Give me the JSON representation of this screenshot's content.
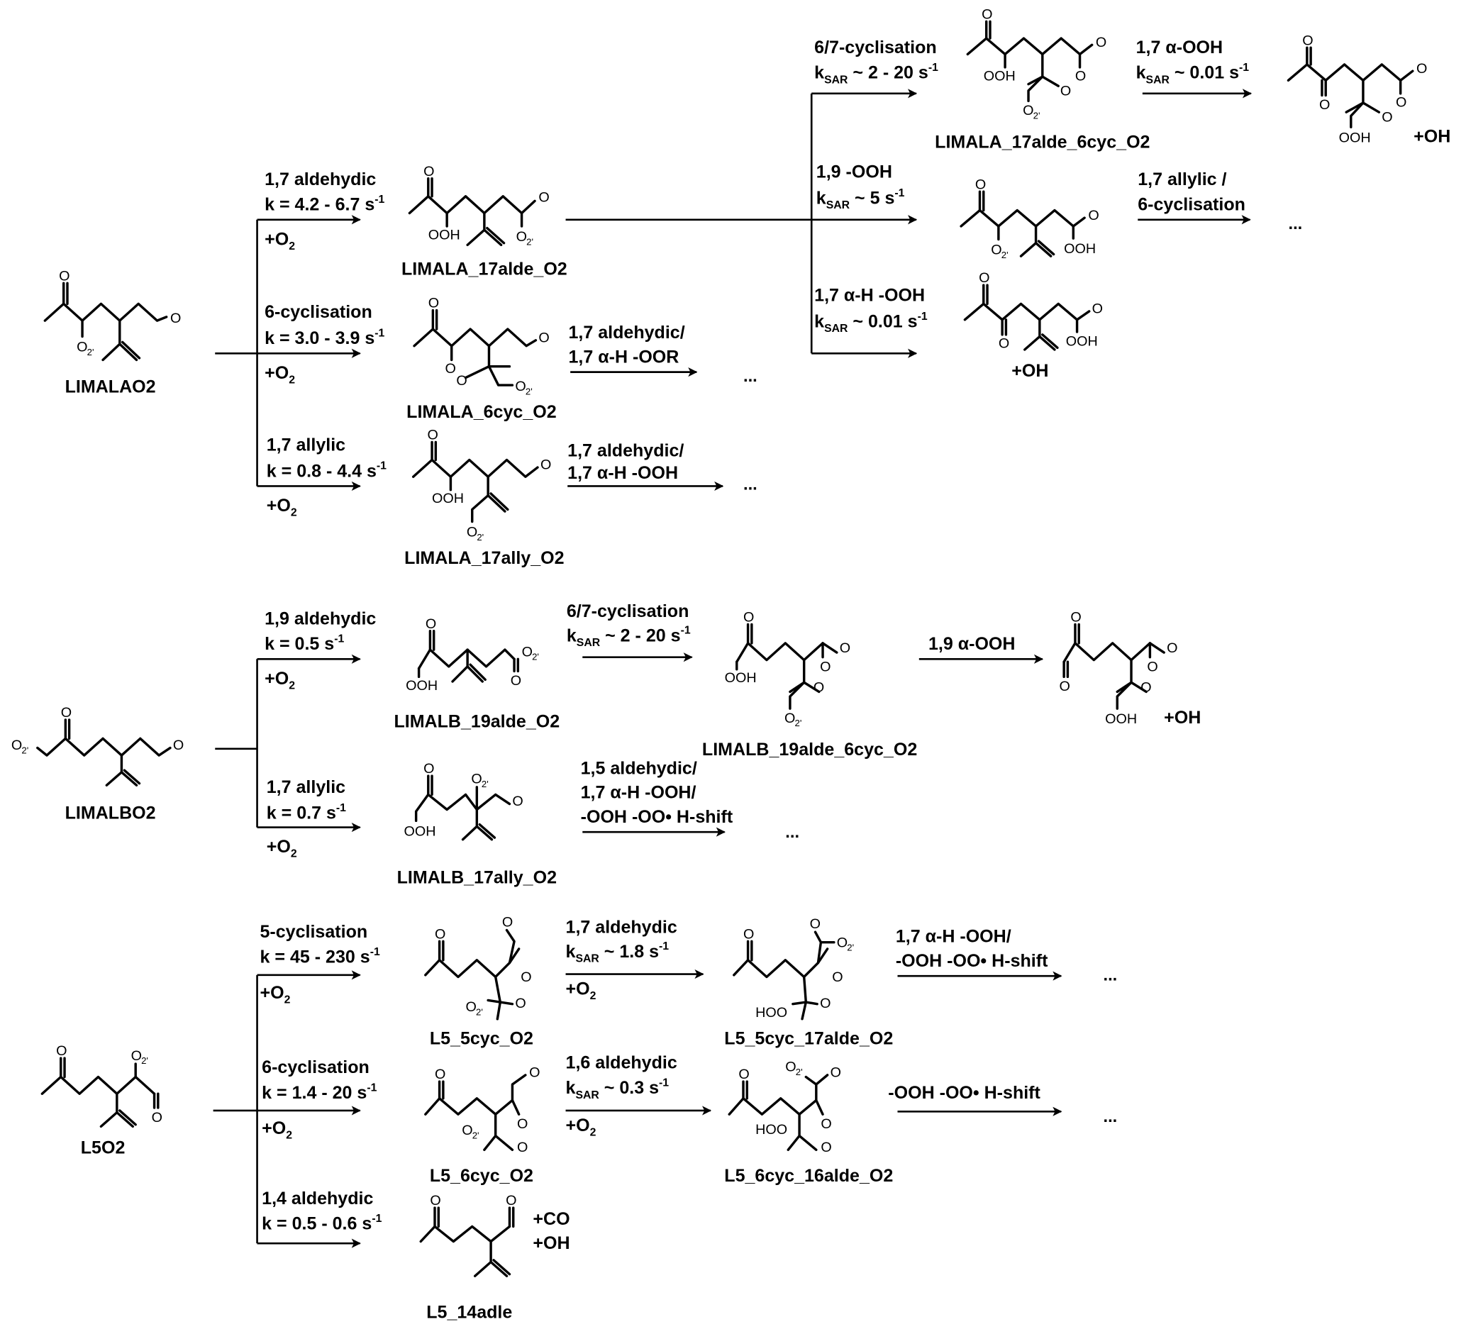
{
  "colors": {
    "ink": "#000000",
    "background": "#ffffff"
  },
  "ellipsis": "...",
  "plus_o2": "+O",
  "o2_sub": "2",
  "limala": {
    "parent": "LIMALAO2",
    "branches": [
      {
        "name": "1,7 aldehydic",
        "k": "k = 4.2 - 6.7 s",
        "product": "LIMALA_17alde_O2"
      },
      {
        "name": "6-cyclisation",
        "k": "k = 3.0 - 3.9 s",
        "product": "LIMALA_6cyc_O2",
        "next": [
          "1,7 aldehydic/",
          "1,7 α-H -OOR"
        ]
      },
      {
        "name": "1,7 allylic",
        "k": "k = 0.8 - 4.4 s",
        "product": "LIMALA_17ally_O2",
        "next": [
          "1,7 aldehydic/",
          "1,7 α-H -OOH"
        ]
      }
    ],
    "sub_branches": [
      {
        "name": "6/7-cyclisation",
        "k_prefix": "k",
        "k_sub": "SAR",
        "k_val": " ~ 2 - 20 s",
        "product": "LIMALA_17alde_6cyc_O2",
        "next": {
          "name": "1,7 α-OOH",
          "k_prefix": "k",
          "k_sub": "SAR",
          "k_val": " ~ 0.01 s",
          "coproduct": "+OH"
        }
      },
      {
        "name": "1,9 -OOH",
        "k_prefix": "k",
        "k_sub": "SAR",
        "k_val": " ~ 5 s",
        "next": [
          "1,7 allylic /",
          "6-cyclisation"
        ]
      },
      {
        "name": "1,7 α-H -OOH",
        "k_prefix": "k",
        "k_sub": "SAR",
        "k_val": " ~ 0.01 s",
        "coproduct": "+OH"
      }
    ]
  },
  "limalb": {
    "parent": "LIMALBO2",
    "branches": [
      {
        "name": "1,9 aldehydic",
        "k": "k = 0.5 s",
        "product": "LIMALB_19alde_O2",
        "next": {
          "name": "6/7-cyclisation",
          "k_prefix": "k",
          "k_sub": "SAR",
          "k_val": " ~ 2 - 20 s",
          "product": "LIMALB_19alde_6cyc_O2",
          "next": {
            "name": "1,9 α-OOH",
            "coproduct": "+OH"
          }
        }
      },
      {
        "name": "1,7 allylic",
        "k": "k = 0.7 s",
        "product": "LIMALB_17ally_O2",
        "next": [
          "1,5 aldehydic/",
          "1,7 α-H -OOH/",
          "-OOH -OO• H-shift"
        ]
      }
    ]
  },
  "l5": {
    "parent": "L5O2",
    "branches": [
      {
        "name": "5-cyclisation",
        "k": "k = 45 - 230 s",
        "product": "L5_5cyc_O2",
        "next": {
          "name": "1,7 aldehydic",
          "k_prefix": "k",
          "k_sub": "SAR",
          "k_val": " ~  1.8 s",
          "product": "L5_5cyc_17alde_O2",
          "next": [
            "1,7 α-H -OOH/",
            "-OOH -OO• H-shift"
          ]
        }
      },
      {
        "name": "6-cyclisation",
        "k": "k = 1.4 - 20 s",
        "product": "L5_6cyc_O2",
        "next": {
          "name": "1,6 aldehydic",
          "k_prefix": "k",
          "k_sub": "SAR",
          "k_val": " ~ 0.3 s",
          "product": "L5_6cyc_16alde_O2",
          "next": [
            "-OOH -OO• H-shift"
          ]
        }
      },
      {
        "name": "1,4 aldehydic",
        "k": "k = 0.5 - 0.6 s",
        "product": "L5_14adle",
        "coproducts": [
          "+CO",
          "+OH"
        ]
      }
    ]
  },
  "superscript": "-1",
  "atoms": {
    "O": "O",
    "OOH": "OOH",
    "HOO": "HOO",
    "O2rad": "O",
    "rad_sub": "2'"
  }
}
